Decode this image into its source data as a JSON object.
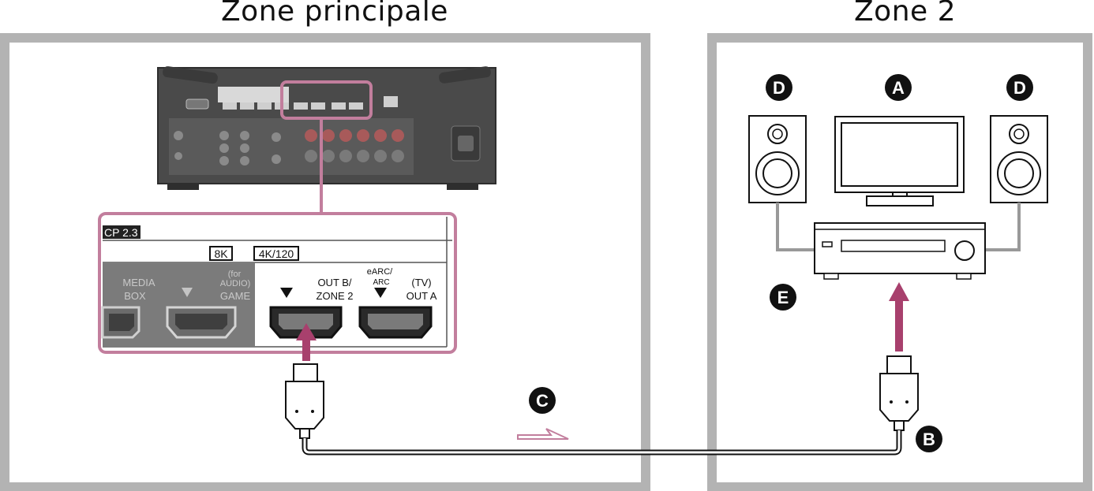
{
  "zones": {
    "main_title": "Zone principale",
    "zone2_title": "Zone 2"
  },
  "panel": {
    "hdcp_label": "CP 2.3",
    "badge_8k": "8K",
    "badge_4k120": "4K/120",
    "media_box_line1": "MEDIA",
    "media_box_line2": "BOX",
    "game_line1": "(for",
    "game_line2": "AUDIO)",
    "game_line3": "GAME",
    "out_b_line1": "OUT B/",
    "out_b_line2": "ZONE 2",
    "earc_line1": "eARC/",
    "earc_line2": "ARC",
    "tv_line1": "(TV)",
    "tv_line2": "OUT A"
  },
  "callouts": {
    "a": "A",
    "b": "B",
    "c": "C",
    "d_left": "D",
    "d_right": "D",
    "e": "E"
  },
  "colors": {
    "frame_gray": "#b3b3b3",
    "highlight_pink": "#c27e9d",
    "arrow_magenta": "#a8406d",
    "receiver_dark": "#4a4a4a",
    "callout_black": "#111111"
  }
}
